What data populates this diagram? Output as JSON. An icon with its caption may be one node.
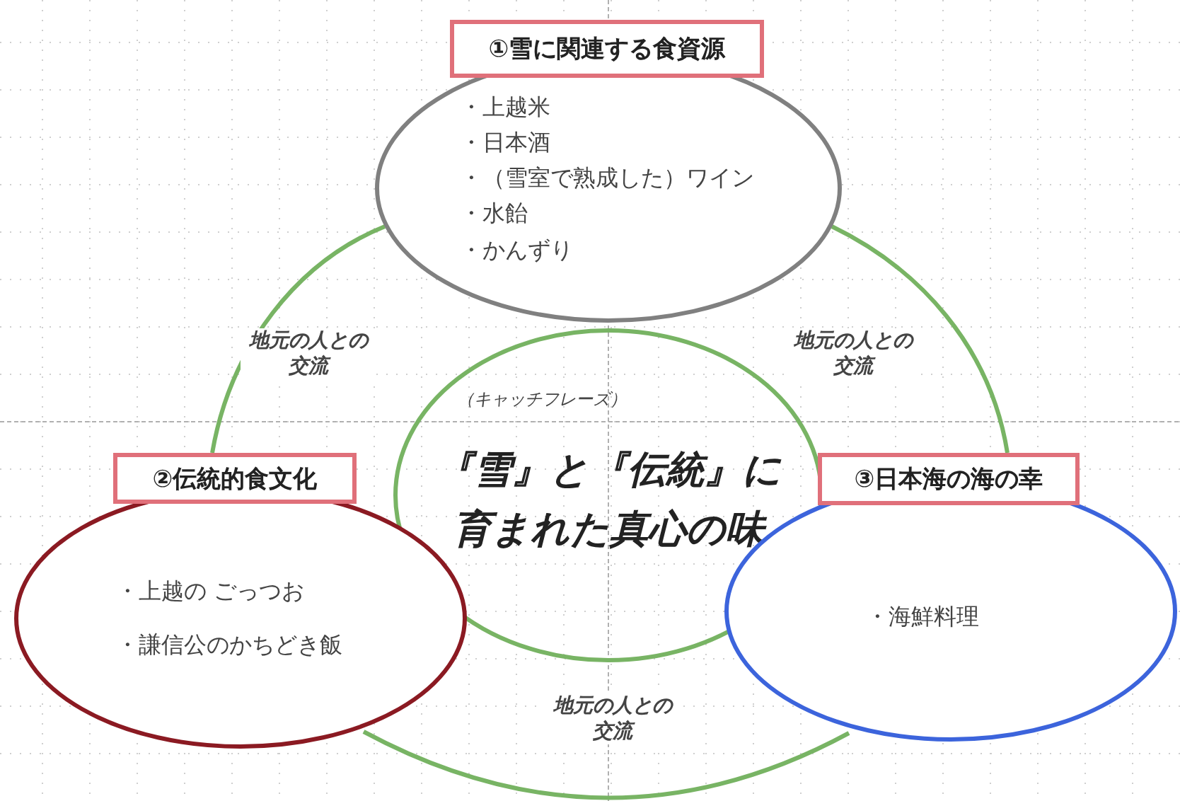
{
  "diagram": {
    "nodes": [
      {
        "text": [
          "①雪に関連する食資源",
          "・上越米",
          "・日本酒",
          "・（雪室で熟成した）ワイン",
          "・水飴",
          "・かんずり"
        ]
      },
      {
        "text": [
          "②伝統的食文化",
          "・上越の ごっつお",
          "・謙信公のかちどき飯"
        ]
      },
      {
        "text": [
          "（キャッチフレーズ）",
          "『雪』と『伝統』に育まれた真心の味"
        ]
      },
      {
        "text": [
          "③日本海の海の幸",
          "・海鮮料理"
        ]
      }
    ],
    "edges": [
      {
        "from": 0,
        "to": 1,
        "arrow": "none",
        "label": "地元の人との交流"
      },
      {
        "from": 0,
        "to": 3,
        "arrow": "none",
        "label": "地元の人との交流"
      },
      {
        "from": 1,
        "to": 3,
        "arrow": "none",
        "label": "地元の人との交流"
      }
    ]
  }
}
